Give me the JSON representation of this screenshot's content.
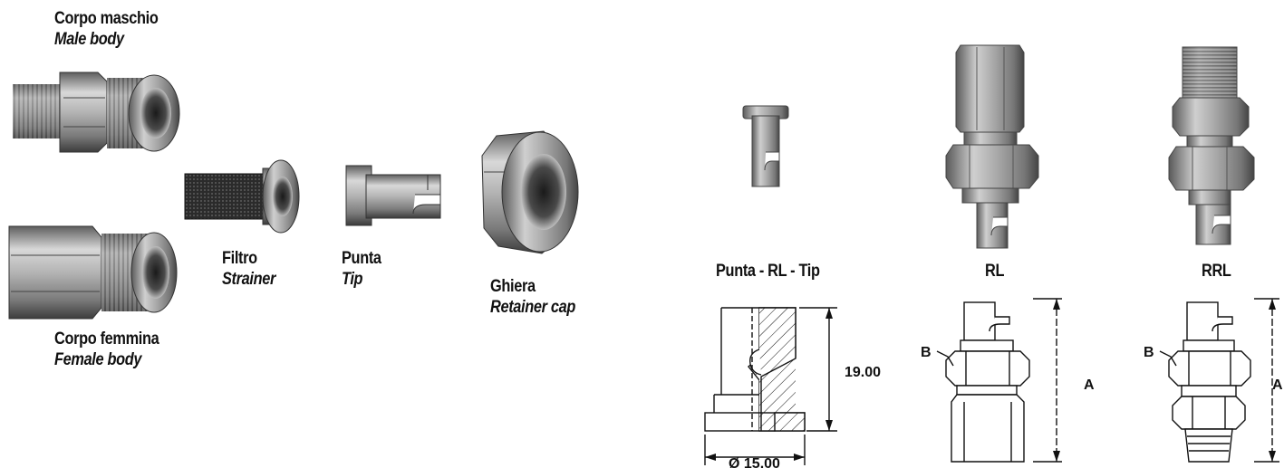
{
  "parts": {
    "male_body": {
      "it": "Corpo maschio",
      "en": "Male body"
    },
    "female_body": {
      "it": "Corpo femmina",
      "en": "Female body"
    },
    "strainer": {
      "it": "Filtro",
      "en": "Strainer"
    },
    "tip": {
      "it": "Punta",
      "en": "Tip"
    },
    "retainer_cap": {
      "it": "Ghiera",
      "en": "Retainer cap"
    }
  },
  "headings": {
    "tip_rl": "Punta - RL - Tip",
    "rl": "RL",
    "rrl": "RRL"
  },
  "dimensions": {
    "tip_height": "19.00",
    "tip_diameter": "Ø 15.00",
    "label_a": "A",
    "label_b": "B"
  }
}
